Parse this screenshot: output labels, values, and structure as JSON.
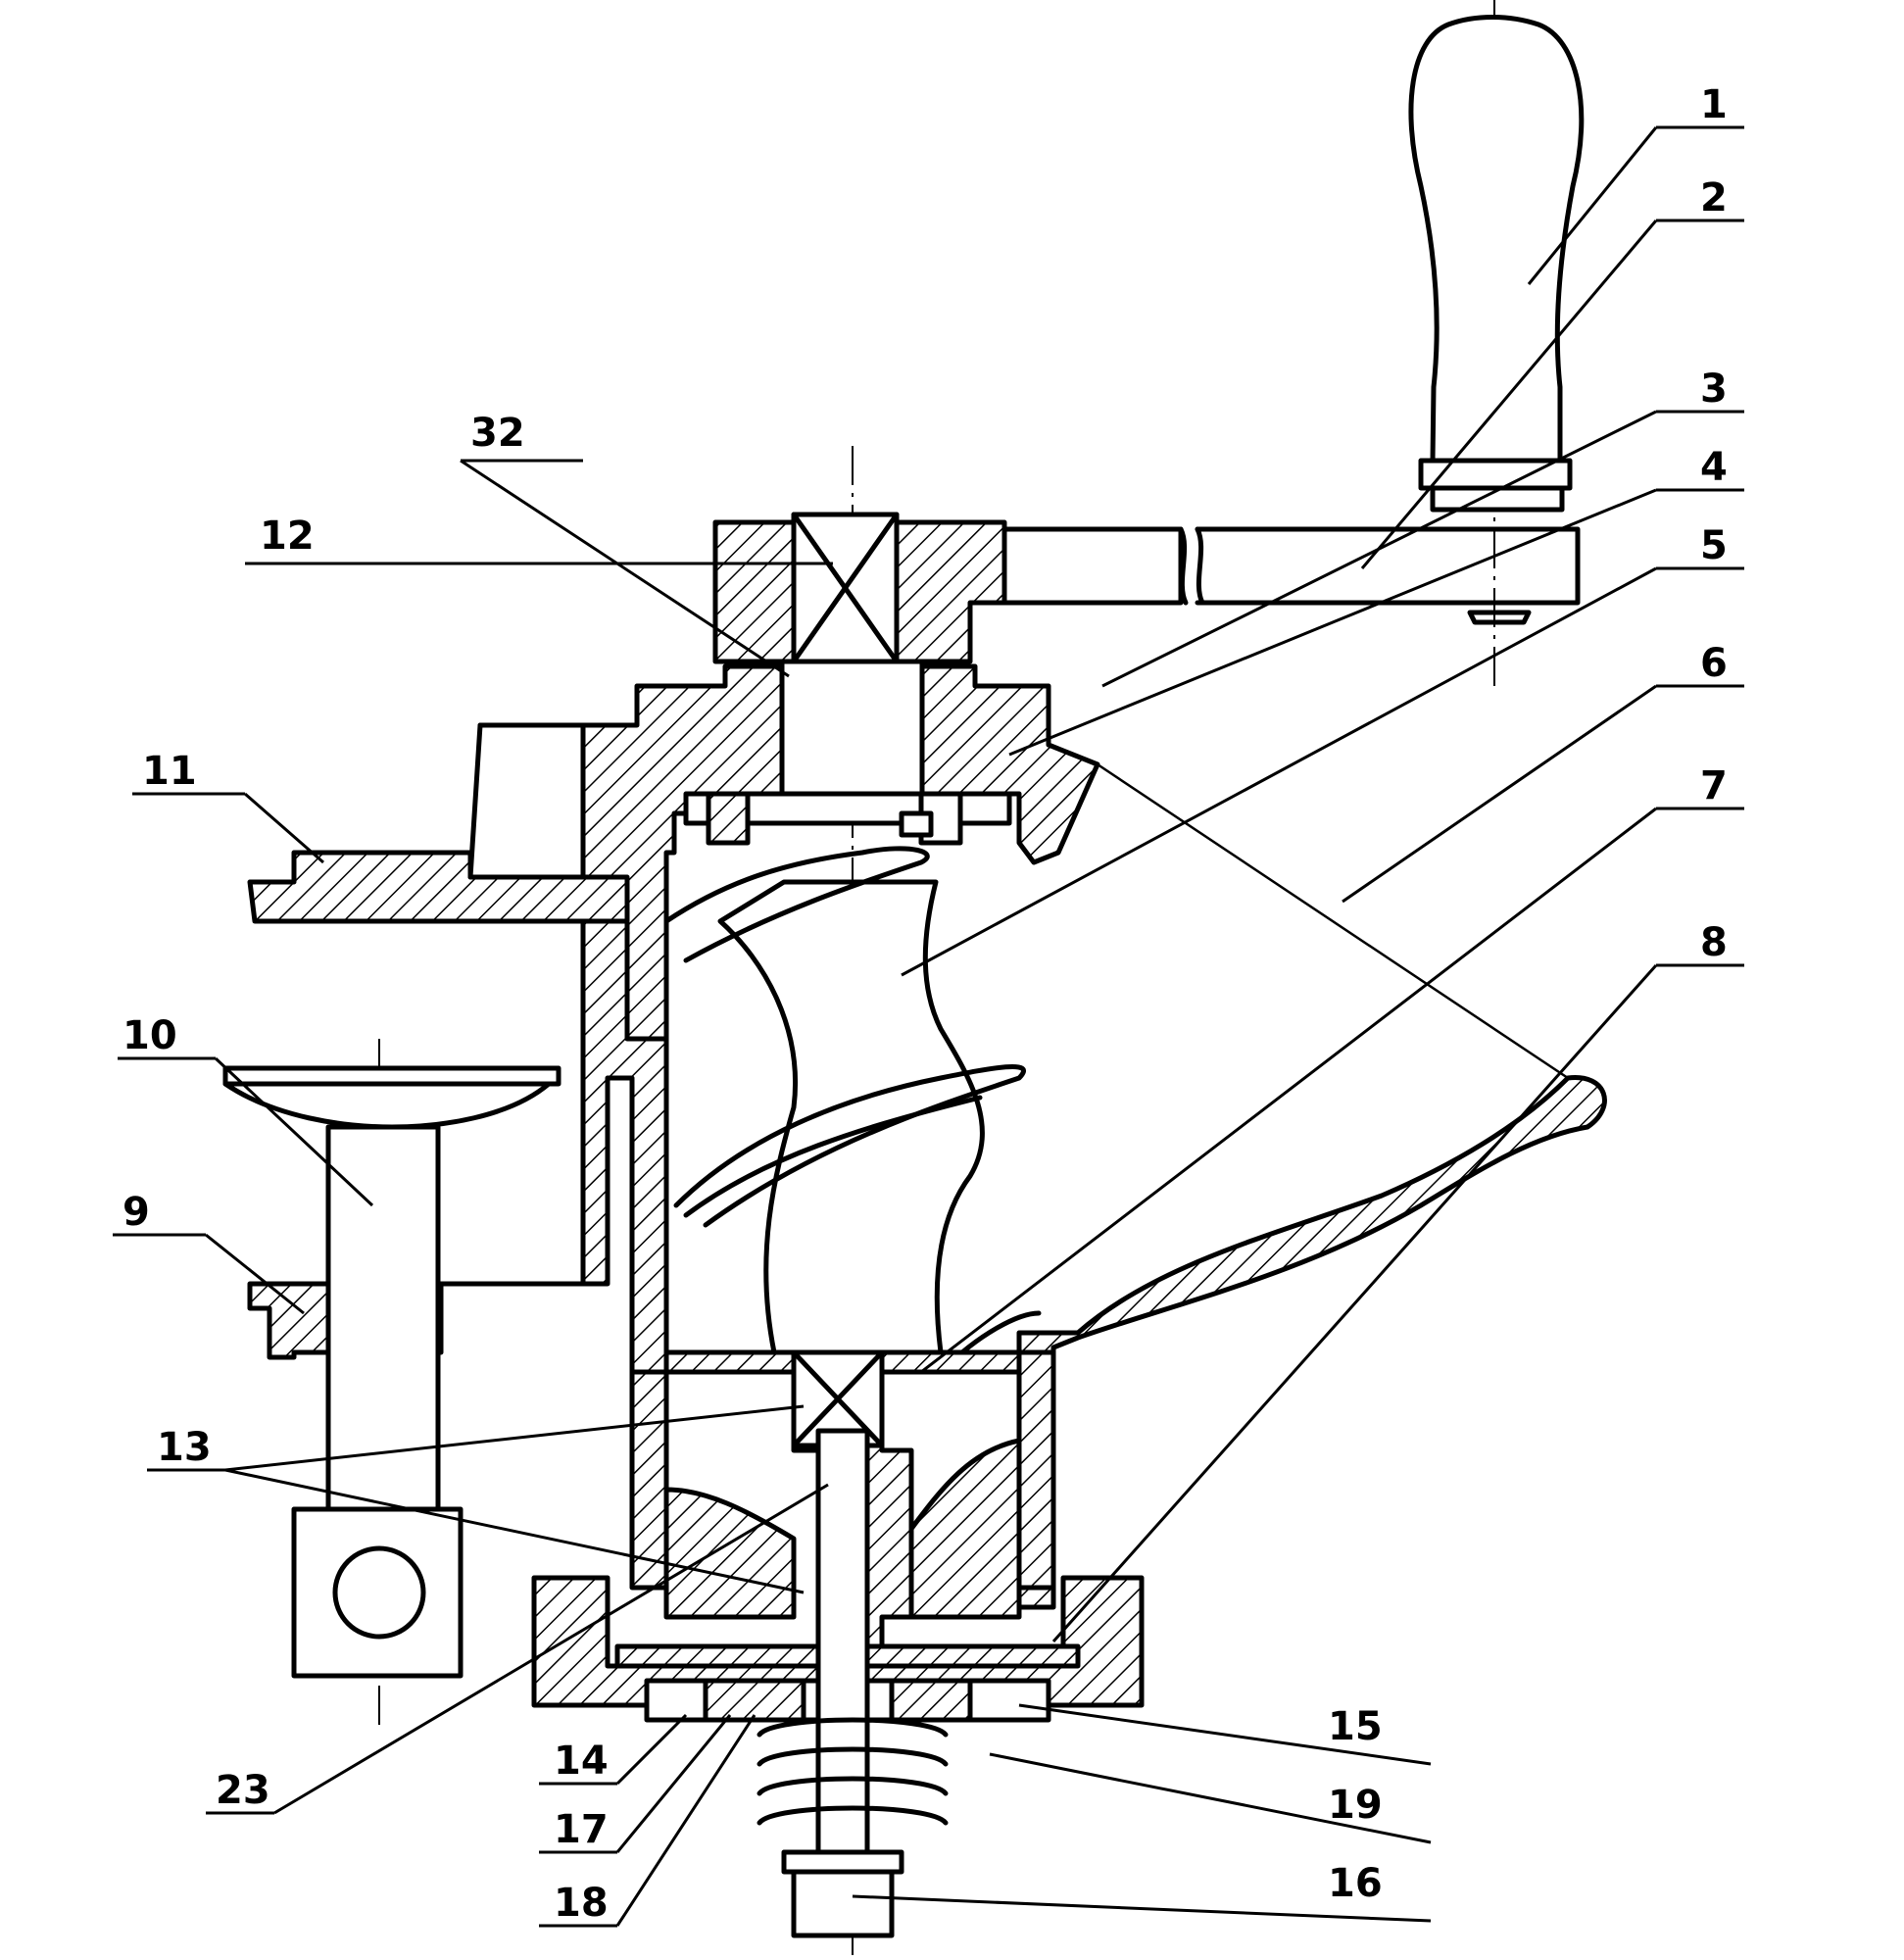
{
  "figure": {
    "callouts": [
      "1",
      "2",
      "3",
      "4",
      "5",
      "6",
      "7",
      "8",
      "9",
      "10",
      "11",
      "12",
      "13",
      "14",
      "15",
      "16",
      "17",
      "18",
      "19",
      "23",
      "32"
    ]
  }
}
